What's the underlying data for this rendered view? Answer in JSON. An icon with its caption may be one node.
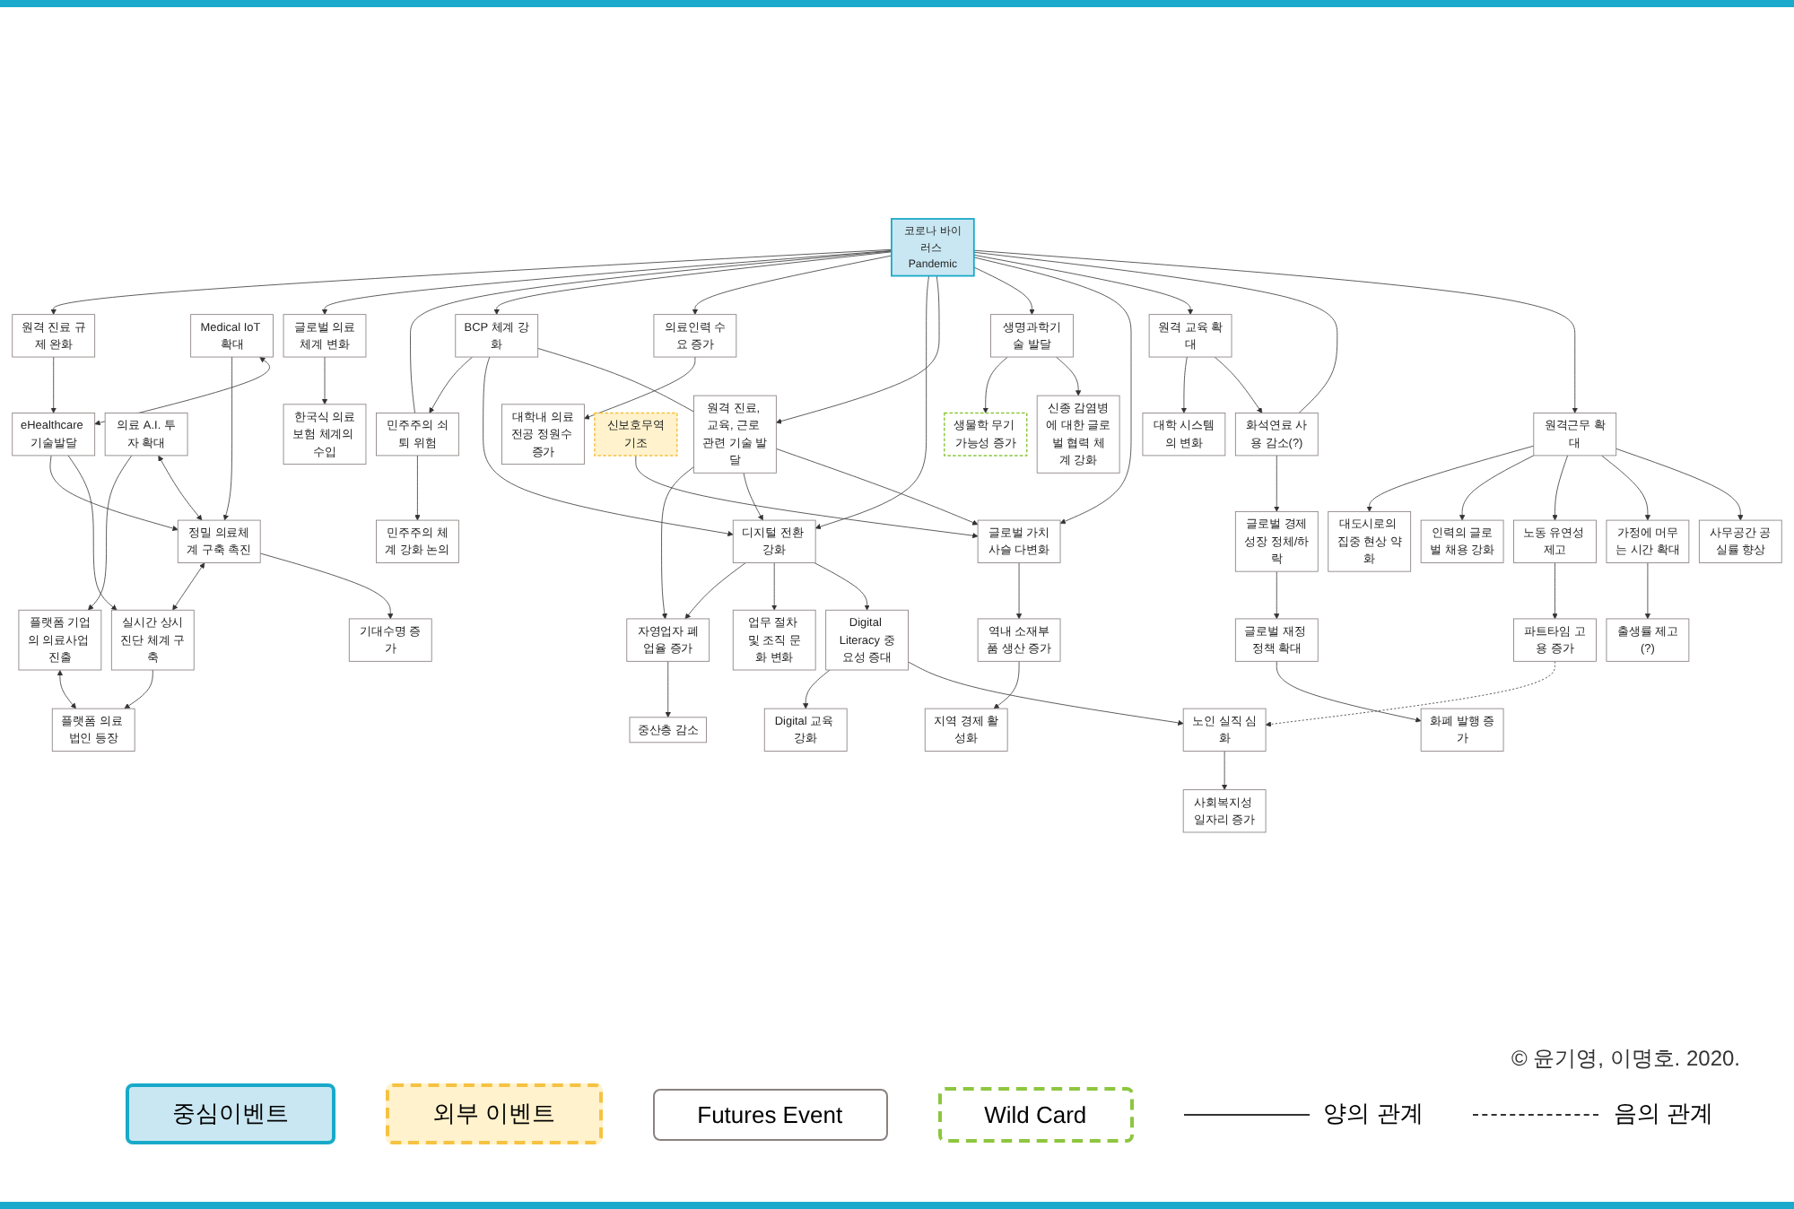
{
  "diagram": {
    "nodes": [
      {
        "text": [
          "플랫폼 기업의 의료사업 진출"
        ]
      },
      {
        "text": [
          "플랫폼 의료 법인 등장"
        ]
      },
      {
        "text": [
          "한국식 의료보험 체계의 수입"
        ]
      },
      {
        "text": [
          "민주주의 체계 강화 논의"
        ]
      },
      {
        "text": [
          "중산층 감소"
        ]
      },
      {
        "text": [
          "의료 A.I. 투자 확대"
        ]
      },
      {
        "text": [
          "정밀 의료체계 구축 촉진"
        ]
      },
      {
        "text": [
          "실시간 상시진단 체계 구축"
        ]
      },
      {
        "text": [
          "글로벌 의료체계 변화"
        ]
      },
      {
        "text": [
          "민주주의 쇠퇴 위험"
        ]
      },
      {
        "text": [
          "대학내 의료전공 정원수 증가"
        ]
      },
      {
        "text": [
          "기대수명 증가"
        ]
      },
      {
        "text": [
          "Medical IoT 확대"
        ]
      },
      {
        "text": [
          "eHealthcare 기술발달"
        ]
      },
      {
        "text": [
          "원격 진료 규제 완화"
        ]
      },
      {
        "text": [
          "자영업자 폐업율 증가"
        ]
      },
      {
        "text": [
          "BCP 체계 강화"
        ]
      },
      {
        "text": [
          "의료인력 수요 증가"
        ]
      },
      {
        "text": [
          "생물학 무기 가능성 증가"
        ]
      },
      {
        "text": [
          "생명과학기술 발달"
        ]
      },
      {
        "text": [
          "코로나 바이러스 Pandemic"
        ]
      },
      {
        "text": [
          "디지털 전환 강화"
        ]
      },
      {
        "text": [
          "신종 감염병에 대한 글로벌 협력 체계 강화"
        ]
      },
      {
        "text": [
          "글로벌 가치사슬 다변화"
        ]
      },
      {
        "text": [
          "신보호무역기조"
        ]
      },
      {
        "text": [
          "원격 진료, 교육, 근로 관련 기술 발달"
        ]
      },
      {
        "text": [
          "업무 절차 및 조직 문화 변화"
        ]
      },
      {
        "text": [
          "역내 소재부품 생산 증가"
        ]
      },
      {
        "text": [
          "지역 경제 활성화"
        ]
      },
      {
        "text": [
          "원격 교육 확대"
        ]
      },
      {
        "text": [
          "인력의 글로벌 채용 강화"
        ]
      },
      {
        "text": [
          "원격근무 확대"
        ]
      },
      {
        "text": [
          "대도시로의 집중 현상 약화"
        ]
      },
      {
        "text": [
          "Digital Literacy 중요성 증대"
        ]
      },
      {
        "text": [
          "대학 시스템의 변화"
        ]
      },
      {
        "text": [
          "화석연료 사용 감소(?)"
        ]
      },
      {
        "text": [
          "가정에 머무는 시간 확대"
        ]
      },
      {
        "text": [
          "노동 유연성 제고"
        ]
      },
      {
        "text": [
          "사무공간 공실률 향상"
        ]
      },
      {
        "text": [
          "Digital 교육 강화"
        ]
      },
      {
        "text": [
          "화폐 발행 증가"
        ]
      },
      {
        "text": [
          "글로벌 경제성장 정체/하락"
        ]
      },
      {
        "text": [
          "출생률 제고(?)"
        ]
      },
      {
        "text": [
          "파트타임 고용 증가"
        ]
      },
      {
        "text": [
          "노인 실직 심화"
        ]
      },
      {
        "text": [
          "사회복지성 일자리 증가"
        ]
      },
      {
        "text": [
          "글로벌 재정 정책 확대"
        ]
      }
    ],
    "edges": [
      {
        "from": 0,
        "to": 1,
        "arrow": "both"
      },
      {
        "from": 5,
        "to": 0,
        "arrow": "to"
      },
      {
        "from": 7,
        "to": 1,
        "arrow": "to"
      },
      {
        "from": 5,
        "to": 6,
        "arrow": "both"
      },
      {
        "from": 6,
        "to": 7,
        "arrow": "both"
      },
      {
        "from": 6,
        "to": 11,
        "arrow": "to"
      },
      {
        "from": 12,
        "to": 6,
        "arrow": "to"
      },
      {
        "from": 13,
        "to": 6,
        "arrow": "to"
      },
      {
        "from": 13,
        "to": 7,
        "arrow": "to"
      },
      {
        "from": 12,
        "to": 13,
        "arrow": "both"
      },
      {
        "from": 14,
        "to": 13,
        "arrow": "to"
      },
      {
        "from": 8,
        "to": 2,
        "arrow": "to"
      },
      {
        "from": 9,
        "to": 3,
        "arrow": "to"
      },
      {
        "from": 15,
        "to": 4,
        "arrow": "to"
      },
      {
        "from": 17,
        "to": 10,
        "arrow": "to"
      },
      {
        "from": 20,
        "to": 14,
        "arrow": "to"
      },
      {
        "from": 20,
        "to": 8,
        "arrow": "to"
      },
      {
        "from": 20,
        "to": 9,
        "arrow": "none"
      },
      {
        "from": 16,
        "to": 9,
        "arrow": "to"
      },
      {
        "from": 20,
        "to": 16,
        "arrow": "to"
      },
      {
        "from": 16,
        "to": 21,
        "arrow": "to"
      },
      {
        "from": 16,
        "to": 25,
        "arrow": "none"
      },
      {
        "from": 25,
        "to": 15,
        "arrow": "to"
      },
      {
        "from": 21,
        "to": 15,
        "arrow": "to"
      },
      {
        "from": 20,
        "to": 17,
        "arrow": "to"
      },
      {
        "from": 20,
        "to": 21,
        "arrow": "to"
      },
      {
        "from": 20,
        "to": 25,
        "arrow": "to"
      },
      {
        "from": 25,
        "to": 21,
        "arrow": "to"
      },
      {
        "from": 21,
        "to": 26,
        "arrow": "to"
      },
      {
        "from": 21,
        "to": 33,
        "arrow": "to"
      },
      {
        "from": 33,
        "to": 39,
        "arrow": "to"
      },
      {
        "from": 33,
        "to": 44,
        "arrow": "to"
      },
      {
        "from": 20,
        "to": 19,
        "arrow": "to"
      },
      {
        "from": 19,
        "to": 18,
        "arrow": "to"
      },
      {
        "from": 19,
        "to": 22,
        "arrow": "to"
      },
      {
        "from": 20,
        "to": 23,
        "arrow": "to"
      },
      {
        "from": 24,
        "to": 23,
        "arrow": "to"
      },
      {
        "from": 25,
        "to": 23,
        "arrow": "to"
      },
      {
        "from": 23,
        "to": 27,
        "arrow": "to"
      },
      {
        "from": 27,
        "to": 28,
        "arrow": "to"
      },
      {
        "from": 20,
        "to": 29,
        "arrow": "to"
      },
      {
        "from": 20,
        "to": 35,
        "arrow": "none"
      },
      {
        "from": 29,
        "to": 34,
        "arrow": "to"
      },
      {
        "from": 29,
        "to": 35,
        "arrow": "to"
      },
      {
        "from": 35,
        "to": 41,
        "arrow": "to"
      },
      {
        "from": 41,
        "to": 46,
        "arrow": "to"
      },
      {
        "from": 46,
        "to": 40,
        "arrow": "to"
      },
      {
        "from": 20,
        "to": 31,
        "arrow": "to"
      },
      {
        "from": 31,
        "to": 32,
        "arrow": "to"
      },
      {
        "from": 31,
        "to": 30,
        "arrow": "to"
      },
      {
        "from": 31,
        "to": 37,
        "arrow": "to"
      },
      {
        "from": 31,
        "to": 36,
        "arrow": "to"
      },
      {
        "from": 31,
        "to": 38,
        "arrow": "to"
      },
      {
        "from": 36,
        "to": 42,
        "arrow": "to"
      },
      {
        "from": 37,
        "to": 43,
        "arrow": "to"
      },
      {
        "from": 43,
        "to": 44,
        "arrow": "to",
        "style": "dashed"
      },
      {
        "from": 44,
        "to": 45,
        "arrow": "to"
      }
    ],
    "labels": [
      "© 윤기영, 이명호. 2020."
    ],
    "legend": [
      {
        "text": "중심이벤트",
        "color": "#c9e7f2"
      },
      {
        "text": "외부 이벤트",
        "color": "#fff2cc"
      },
      {
        "text": "Futures Event"
      },
      {
        "text": "Wild Card"
      },
      {
        "text": "양의 관계"
      },
      {
        "text": "음의 관계"
      }
    ]
  }
}
